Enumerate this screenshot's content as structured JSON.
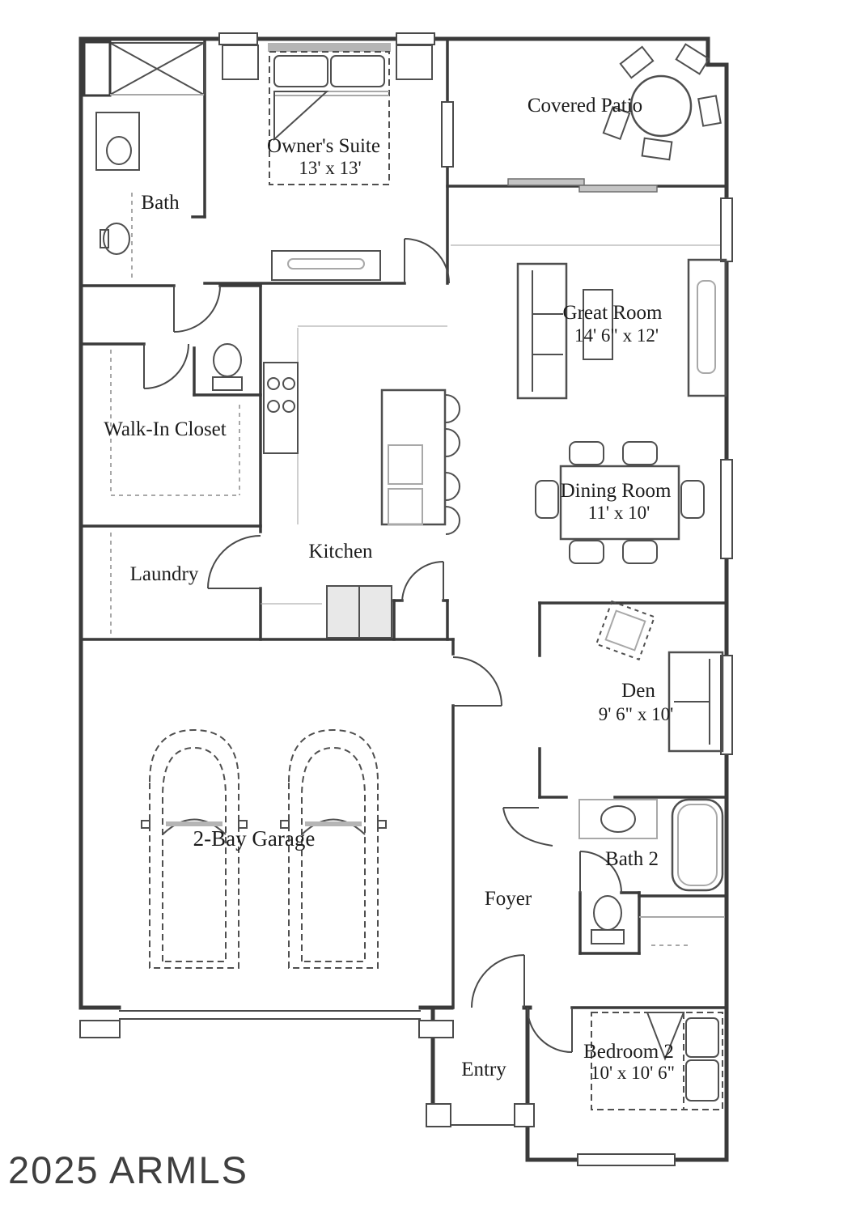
{
  "watermark": {
    "text": "2025 ARMLS"
  },
  "rooms": {
    "owners_suite": {
      "label": "Owner's Suite",
      "dims": "13' x 13'"
    },
    "bath": {
      "label": "Bath"
    },
    "covered_patio": {
      "label": "Covered Patio"
    },
    "great_room": {
      "label": "Great Room",
      "dims": "14' 6\" x 12'"
    },
    "walk_in_closet": {
      "label": "Walk-In Closet"
    },
    "kitchen": {
      "label": "Kitchen"
    },
    "dining_room": {
      "label": "Dining Room",
      "dims": "11' x 10'"
    },
    "laundry": {
      "label": "Laundry"
    },
    "den": {
      "label": "Den",
      "dims": "9' 6\" x 10'"
    },
    "garage": {
      "label": "2-Bay Garage"
    },
    "foyer": {
      "label": "Foyer"
    },
    "bath_2": {
      "label": "Bath 2"
    },
    "bedroom_2": {
      "label": "Bedroom 2",
      "dims": "10' x 10' 6\""
    },
    "entry": {
      "label": "Entry"
    }
  },
  "colors": {
    "wall": "#3a3a3a",
    "furniture": "#4f4f4f",
    "light_gray": "#a8a8a8",
    "label_text": "#1c1c1c",
    "paper": "#ffffff",
    "watermark": "#3f3f3f"
  }
}
